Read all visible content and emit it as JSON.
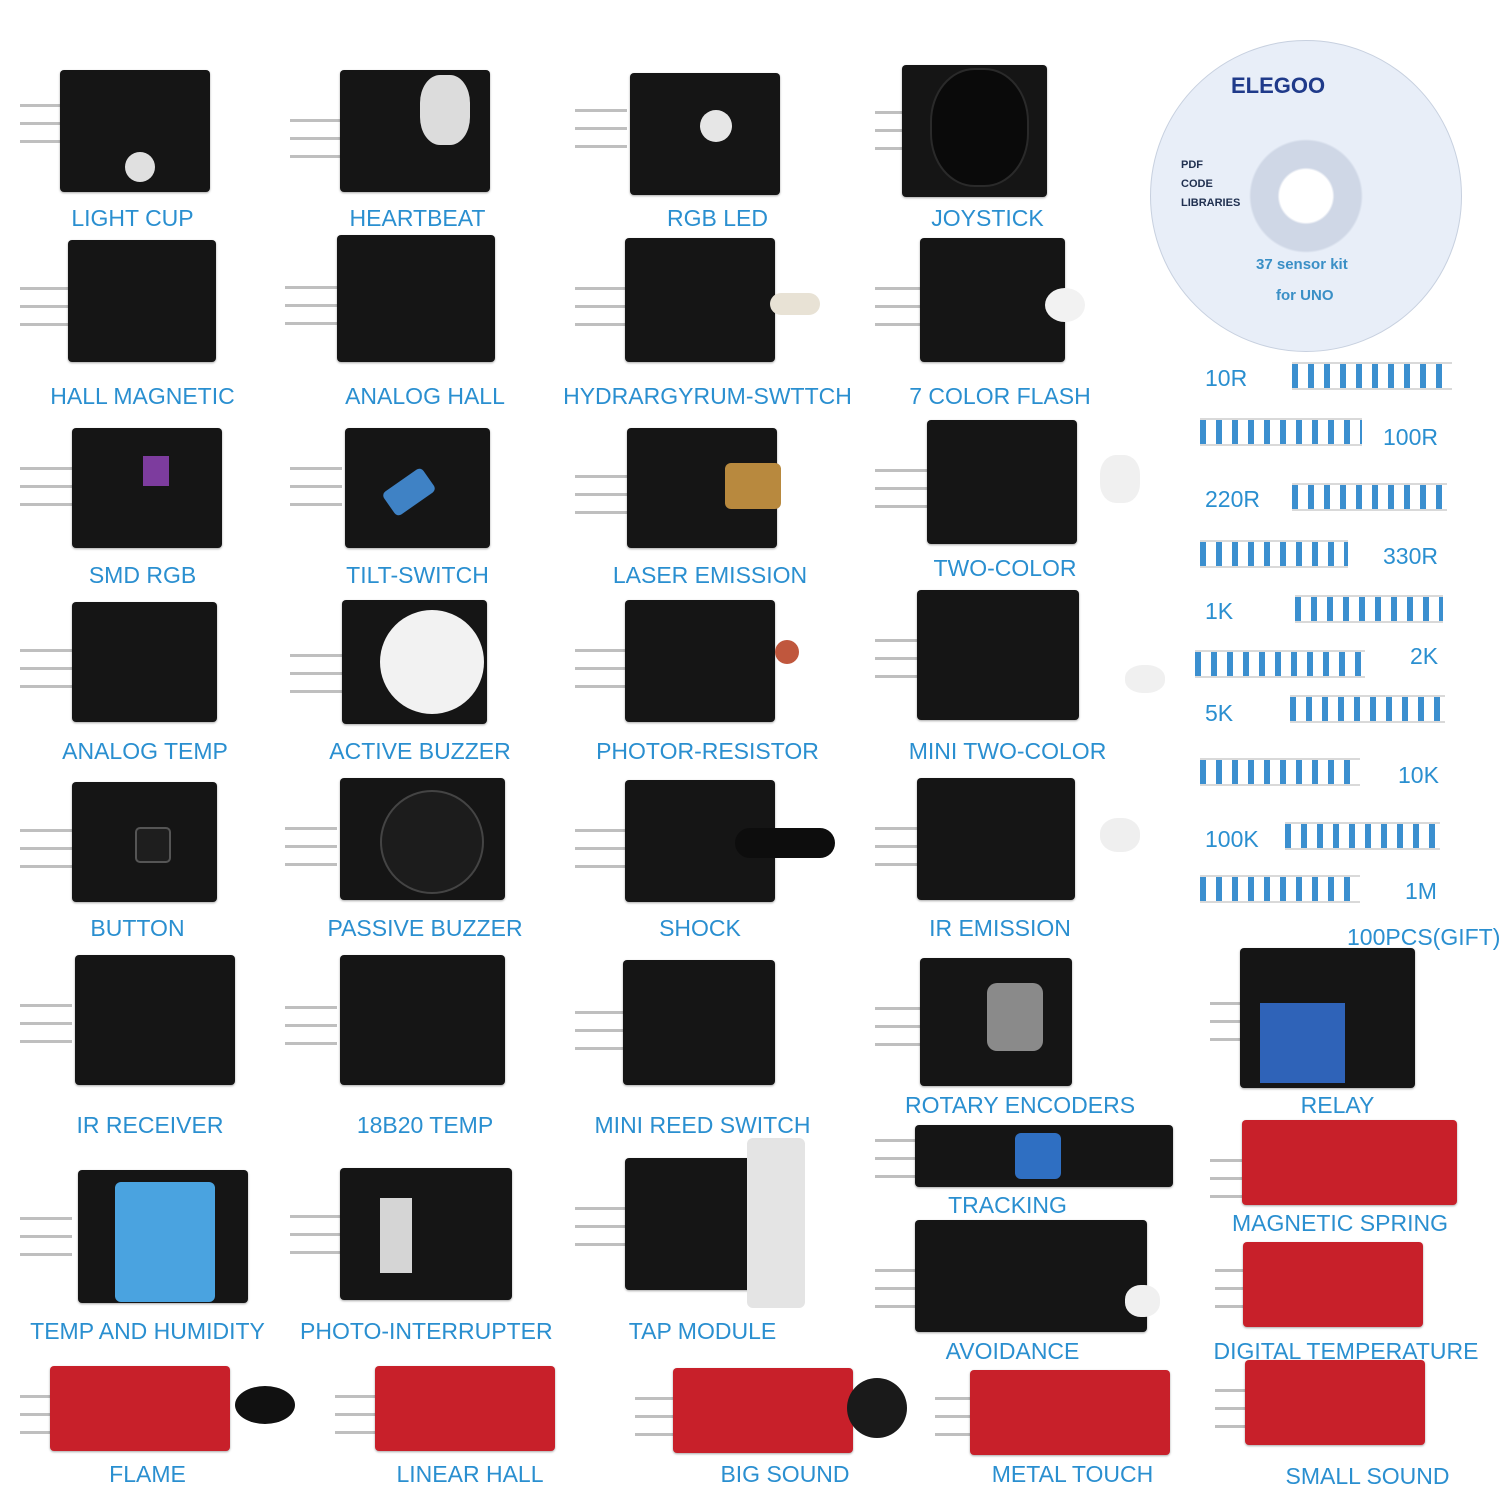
{
  "cd": {
    "brand": "ELEGOO",
    "lines": [
      "PDF",
      "CODE",
      "LIBRARIES"
    ],
    "kit_line_1": "37 sensor kit",
    "kit_line_2": "for UNO"
  },
  "modules": [
    {
      "label": "LIGHT CUP"
    },
    {
      "label": "HEARTBEAT"
    },
    {
      "label": "RGB LED"
    },
    {
      "label": "JOYSTICK"
    },
    {
      "label": "HALL MAGNETIC"
    },
    {
      "label": "ANALOG HALL"
    },
    {
      "label": "HYDRARGYRUM-SWTTCH"
    },
    {
      "label": "7 COLOR FLASH"
    },
    {
      "label": "SMD RGB"
    },
    {
      "label": "TILT-SWITCH"
    },
    {
      "label": "LASER EMISSION"
    },
    {
      "label": "TWO-COLOR"
    },
    {
      "label": "ANALOG TEMP"
    },
    {
      "label": "ACTIVE BUZZER"
    },
    {
      "label": "PHOTOR-RESISTOR"
    },
    {
      "label": "MINI TWO-COLOR"
    },
    {
      "label": "BUTTON"
    },
    {
      "label": "PASSIVE BUZZER"
    },
    {
      "label": "SHOCK"
    },
    {
      "label": "IR EMISSION"
    },
    {
      "label": "IR RECEIVER"
    },
    {
      "label": "18B20 TEMP"
    },
    {
      "label": "MINI REED SWITCH"
    },
    {
      "label": "ROTARY ENCODERS"
    },
    {
      "label": "RELAY"
    },
    {
      "label": "TRACKING"
    },
    {
      "label": "MAGNETIC SPRING"
    },
    {
      "label": "TEMP AND HUMIDITY"
    },
    {
      "label": "PHOTO-INTERRUPTER"
    },
    {
      "label": "TAP MODULE"
    },
    {
      "label": "AVOIDANCE"
    },
    {
      "label": "DIGITAL TEMPERATURE"
    },
    {
      "label": "FLAME"
    },
    {
      "label": "LINEAR HALL"
    },
    {
      "label": "BIG SOUND"
    },
    {
      "label": "METAL TOUCH"
    },
    {
      "label": "SMALL SOUND"
    }
  ],
  "resistors": {
    "values": [
      "10R",
      "100R",
      "220R",
      "330R",
      "1K",
      "2K",
      "5K",
      "10K",
      "100K",
      "1M"
    ],
    "note": "100PCS(GIFT)"
  }
}
